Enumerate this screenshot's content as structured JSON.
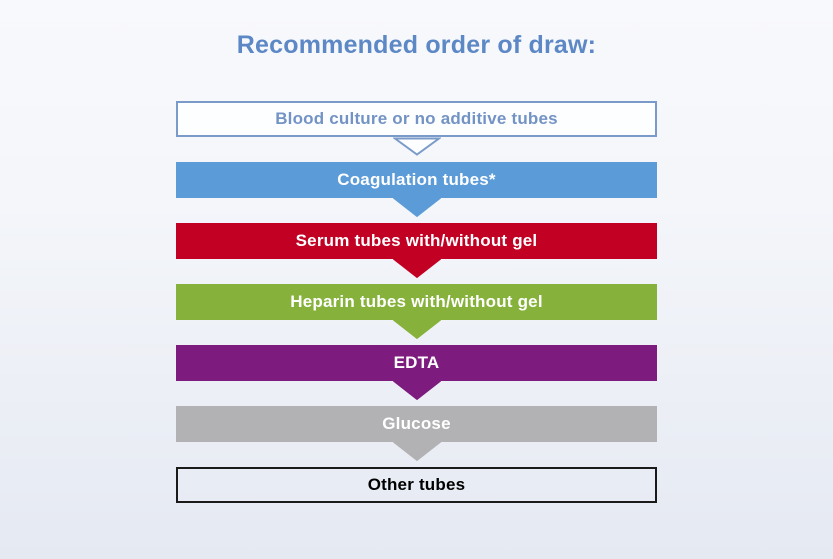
{
  "page": {
    "title": "Recommended order of draw:",
    "title_color": "#5d88c6"
  },
  "steps": [
    {
      "label": "Blood culture or no additive tubes",
      "bg": "#fdfeff",
      "border": "#7a9bca",
      "text_color": "#7393c5",
      "arrow": {
        "fill": "#fdfeff",
        "stroke": "#7a9bca"
      }
    },
    {
      "label": "Coagulation tubes*",
      "bg": "#5b9bd8",
      "text_color": "#ffffff",
      "arrow": {
        "fill": "#5b9bd8",
        "stroke": "#5b9bd8"
      }
    },
    {
      "label": "Serum tubes with/without gel",
      "bg": "#c20023",
      "text_color": "#ffffff",
      "arrow": {
        "fill": "#c20023",
        "stroke": "#c20023"
      }
    },
    {
      "label": "Heparin tubes with/without gel",
      "bg": "#86b23c",
      "text_color": "#ffffff",
      "arrow": {
        "fill": "#86b23c",
        "stroke": "#86b23c"
      }
    },
    {
      "label": "EDTA",
      "bg": "#7d1b7e",
      "text_color": "#ffffff",
      "arrow": {
        "fill": "#7d1b7e",
        "stroke": "#7d1b7e"
      }
    },
    {
      "label": "Glucose",
      "bg": "#b2b2b4",
      "text_color": "#ffffff",
      "arrow": {
        "fill": "#b2b2b4",
        "stroke": "#b2b2b4"
      }
    },
    {
      "label": "Other tubes",
      "bg": "transparent",
      "border": "#1a1a1a",
      "text_color": "#000000"
    }
  ]
}
